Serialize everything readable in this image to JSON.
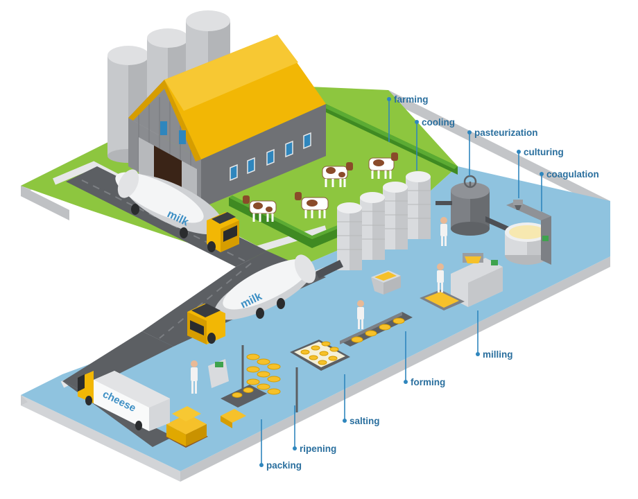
{
  "diagram": {
    "truck_labels": {
      "tanker_top": "milk",
      "tanker_bottom": "milk",
      "box_truck": "cheese"
    },
    "stages": [
      {
        "id": "farming",
        "label": "farming"
      },
      {
        "id": "cooling",
        "label": "cooling"
      },
      {
        "id": "pasteurization",
        "label": "pasteurization"
      },
      {
        "id": "culturing",
        "label": "culturing"
      },
      {
        "id": "coagulation",
        "label": "coagulation"
      },
      {
        "id": "milling",
        "label": "milling"
      },
      {
        "id": "forming",
        "label": "forming"
      },
      {
        "id": "salting",
        "label": "salting"
      },
      {
        "id": "ripening",
        "label": "ripening"
      },
      {
        "id": "packing",
        "label": "packing"
      }
    ],
    "colors": {
      "water_floor": "#8fc3df",
      "grass": "#8dc63f",
      "hedge": "#4f9a2a",
      "roof": "#f2b705",
      "barn_wall": "#7d7f83",
      "silo": "#d5d7da",
      "road": "#5c5f63",
      "cheese": "#f6c12a",
      "label_blue": "#2a6f9e",
      "truck_yellow": "#f2b705"
    }
  }
}
